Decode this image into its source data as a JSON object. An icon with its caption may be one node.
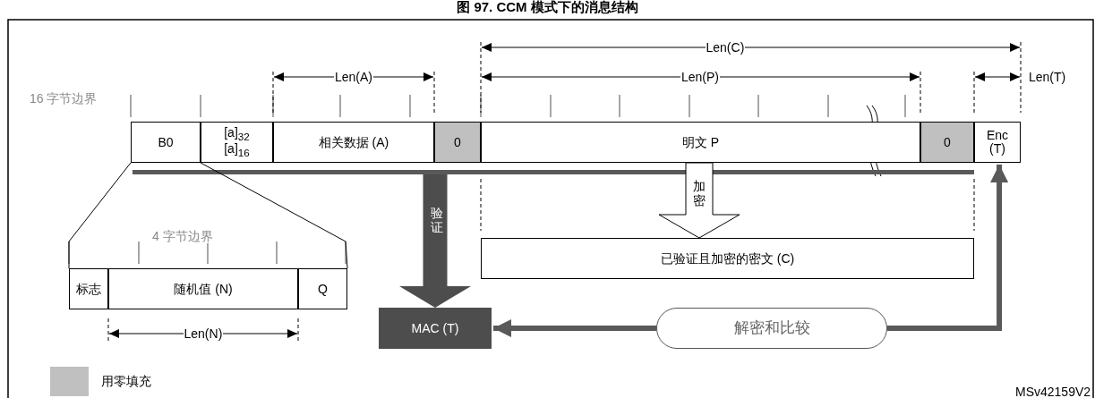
{
  "diagram": {
    "title": "图 97. CCM 模式下的消息结构",
    "nodes": [
      {
        "text": [
          "B0"
        ]
      },
      {
        "text": [
          "[a]$_{32}$ [a]$_{16}$"
        ]
      },
      {
        "text": [
          "相关数据 (A)"
        ]
      },
      {
        "text": [
          "0"
        ]
      },
      {
        "text": [
          "明文 P"
        ]
      },
      {
        "text": [
          "0"
        ]
      },
      {
        "text": [
          "Enc (T)"
        ]
      },
      {
        "text": [
          "标志"
        ]
      },
      {
        "text": [
          "随机值 (N)"
        ]
      },
      {
        "text": [
          "Q"
        ]
      },
      {
        "text": [
          "已验证且加密的密文 (C)"
        ]
      },
      {
        "text": [
          "MAC (T)"
        ]
      },
      {
        "text": [
          "解密和比较"
        ]
      }
    ],
    "edges": [
      {
        "from": 0,
        "to": 7,
        "arrow": "none"
      },
      {
        "from": 0,
        "to": 9,
        "arrow": "none"
      },
      {
        "from": null,
        "to": 11,
        "arrow": "to",
        "label": "验证",
        "style": "thick"
      },
      {
        "from": 4,
        "to": 10,
        "arrow": "to",
        "label": "加密"
      },
      {
        "from": 12,
        "to": 11,
        "arrow": "to",
        "style": "thick"
      },
      {
        "from": 12,
        "to": 6,
        "arrow": "to",
        "style": "thick"
      }
    ],
    "labels": [
      "Len(C)",
      "16 字节边界",
      "Len(A)",
      "Len(P)",
      "Len(T)",
      "4 字节边界",
      "Len(N)",
      "MSv42159V2"
    ],
    "legend": [
      {
        "text": "用零填充",
        "color": "#c0c0c0"
      }
    ]
  }
}
